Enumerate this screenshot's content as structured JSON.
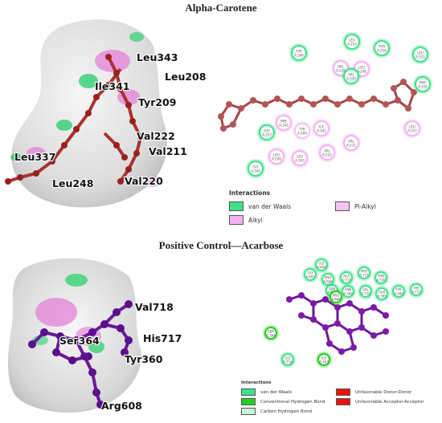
{
  "top": {
    "title": "Alpha-Carotene",
    "labels": [
      "Leu343",
      "Leu208",
      "Ile341",
      "Tyr209",
      "Val222",
      "Val211",
      "Leu337",
      "Leu248",
      "Val220"
    ],
    "diagram_nodes": [
      {
        "l1": "TYR",
        "l2": "A:346",
        "kind": "vdw"
      },
      {
        "l1": "LEU",
        "l2": "A:252",
        "kind": "vdw"
      },
      {
        "l1": "THR",
        "l2": "A:256",
        "kind": "vdw"
      },
      {
        "l1": "LEU",
        "l2": "A:315",
        "kind": "vdw"
      },
      {
        "l1": "VAL",
        "l2": "A:228",
        "kind": "alkyl"
      },
      {
        "l1": "LEU",
        "l2": "A:248",
        "kind": "alkyl"
      },
      {
        "l1": "VAL",
        "l2": "A:339",
        "kind": "vdw"
      },
      {
        "l1": "PHE",
        "l2": "A:316",
        "kind": "vdw"
      },
      {
        "l1": "GLY",
        "l2": "A:313",
        "kind": "vdw"
      },
      {
        "l1": "PHE",
        "l2": "A:342",
        "kind": "alkyl"
      },
      {
        "l1": "TYR",
        "l2": "A:209",
        "kind": "pialkyl"
      },
      {
        "l1": "ILE",
        "l2": "A:341",
        "kind": "alkyl"
      },
      {
        "l1": "VAL",
        "l2": "A:211",
        "kind": "alkyl"
      },
      {
        "l1": "LEU",
        "l2": "A:337",
        "kind": "alkyl"
      },
      {
        "l1": "LEU",
        "l2": "A:208",
        "kind": "alkyl"
      },
      {
        "l1": "LEU",
        "l2": "A:343",
        "kind": "alkyl"
      },
      {
        "l1": "VAL",
        "l2": "A:222",
        "kind": "alkyl"
      },
      {
        "l1": "GLY",
        "l2": "A:344",
        "kind": "vdw"
      }
    ],
    "legend": {
      "header": "Interactions",
      "items": [
        "van der Waals",
        "Pi-Alkyl",
        "Alkyl"
      ]
    }
  },
  "bottom": {
    "title": "Positive Control—Acarbose",
    "labels": [
      "Val718",
      "His717",
      "Ser364",
      "Tyr360",
      "Arg608"
    ],
    "diagram_nodes": [
      {
        "l1": "GLY",
        "l2": "A:604",
        "kind": "vdw"
      },
      {
        "l1": "GLY",
        "l2": "A:605",
        "kind": "vdw"
      },
      {
        "l1": "PRO",
        "l2": "A:606",
        "kind": "vdw"
      },
      {
        "l1": "ALA",
        "l2": "A:712",
        "kind": "vdw"
      },
      {
        "l1": "PRO",
        "l2": "A:711",
        "kind": "vdw"
      },
      {
        "l1": "THR",
        "l2": "A:720",
        "kind": "vdw"
      },
      {
        "l1": "ASP",
        "l2": "A:607",
        "kind": "vdw"
      },
      {
        "l1": "ARG",
        "l2": "A:608",
        "kind": "hbond"
      },
      {
        "l1": "ASN",
        "l2": "A:366",
        "kind": "vdw"
      },
      {
        "l1": "VAL",
        "l2": "A:718",
        "kind": "vdw"
      },
      {
        "l1": "GLN",
        "l2": "A:365",
        "kind": "vdw"
      },
      {
        "l1": "TYR",
        "l2": "A:360",
        "kind": "vdw"
      },
      {
        "l1": "HIS",
        "l2": "A:717",
        "kind": "vdw"
      },
      {
        "l1": "SER",
        "l2": "A:364",
        "kind": "hbond"
      },
      {
        "l1": "GLY",
        "l2": "A:716",
        "kind": "vdw"
      },
      {
        "l1": "ILE",
        "l2": "A:363",
        "kind": "hbond"
      }
    ],
    "legend": {
      "header": "Interactions",
      "items": [
        "van der Waals",
        "Conventional Hydrogen Bond",
        "Carbon Hydrogen Bond",
        "Unfavorable Donor-Donor",
        "Unfavorable Acceptor-Acceptor"
      ]
    }
  },
  "colors": {
    "vdw": "#3ee28a",
    "alkyl": "#f4b3f0",
    "pialkyl": "#f2c6f4",
    "hbond": "#1fd11f",
    "chbond": "#c9f3d8",
    "unfav": "#ee1111",
    "carotene": "#a83232",
    "acarbose": "#6a1a9a"
  }
}
